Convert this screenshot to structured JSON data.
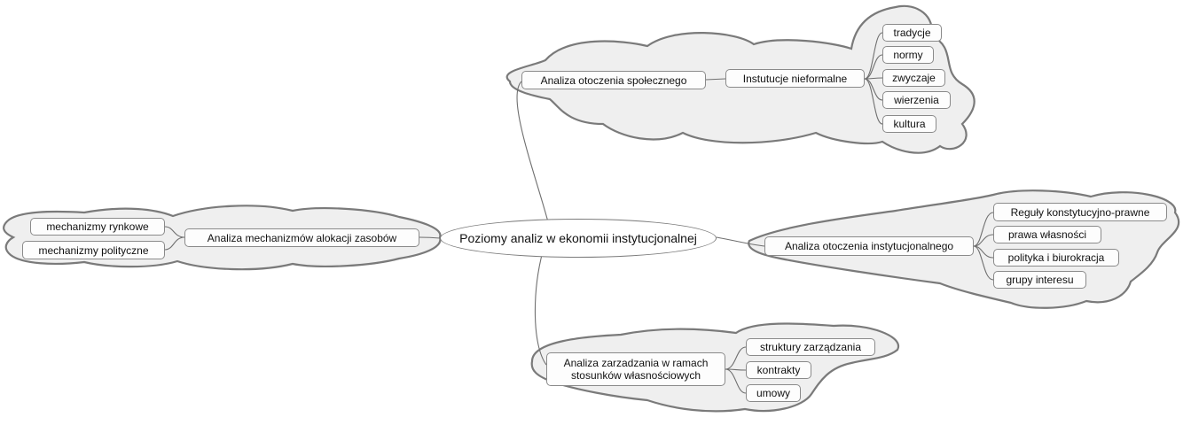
{
  "center": {
    "label": "Poziomy analiz w ekonomii instytucjonalnej"
  },
  "branches": {
    "social": {
      "label": "Analiza otoczenia społecznego",
      "sub": "Instutucje nieformalne",
      "leaves": [
        "tradycje",
        "normy",
        "zwyczaje",
        "wierzenia",
        "kultura"
      ]
    },
    "institutional": {
      "label": "Analiza otoczenia instytucjonalnego",
      "leaves": [
        "Reguły konstytucyjno-prawne",
        "prawa własności",
        "polityka i biurokracja",
        "grupy interesu"
      ]
    },
    "management": {
      "label_line1": "Analiza zarzadzania w ramach",
      "label_line2": "stosunków własnościowych",
      "leaves": [
        "struktury zarządzania",
        "kontrakty",
        "umowy"
      ]
    },
    "allocation": {
      "label": "Analiza mechanizmów alokacji zasobów",
      "leaves": [
        "mechanizmy rynkowe",
        "mechanizmy polityczne"
      ]
    }
  },
  "colors": {
    "cloud_fill": "#efefef",
    "cloud_stroke": "#7a7a7a",
    "node_border": "#8a8a8a"
  }
}
